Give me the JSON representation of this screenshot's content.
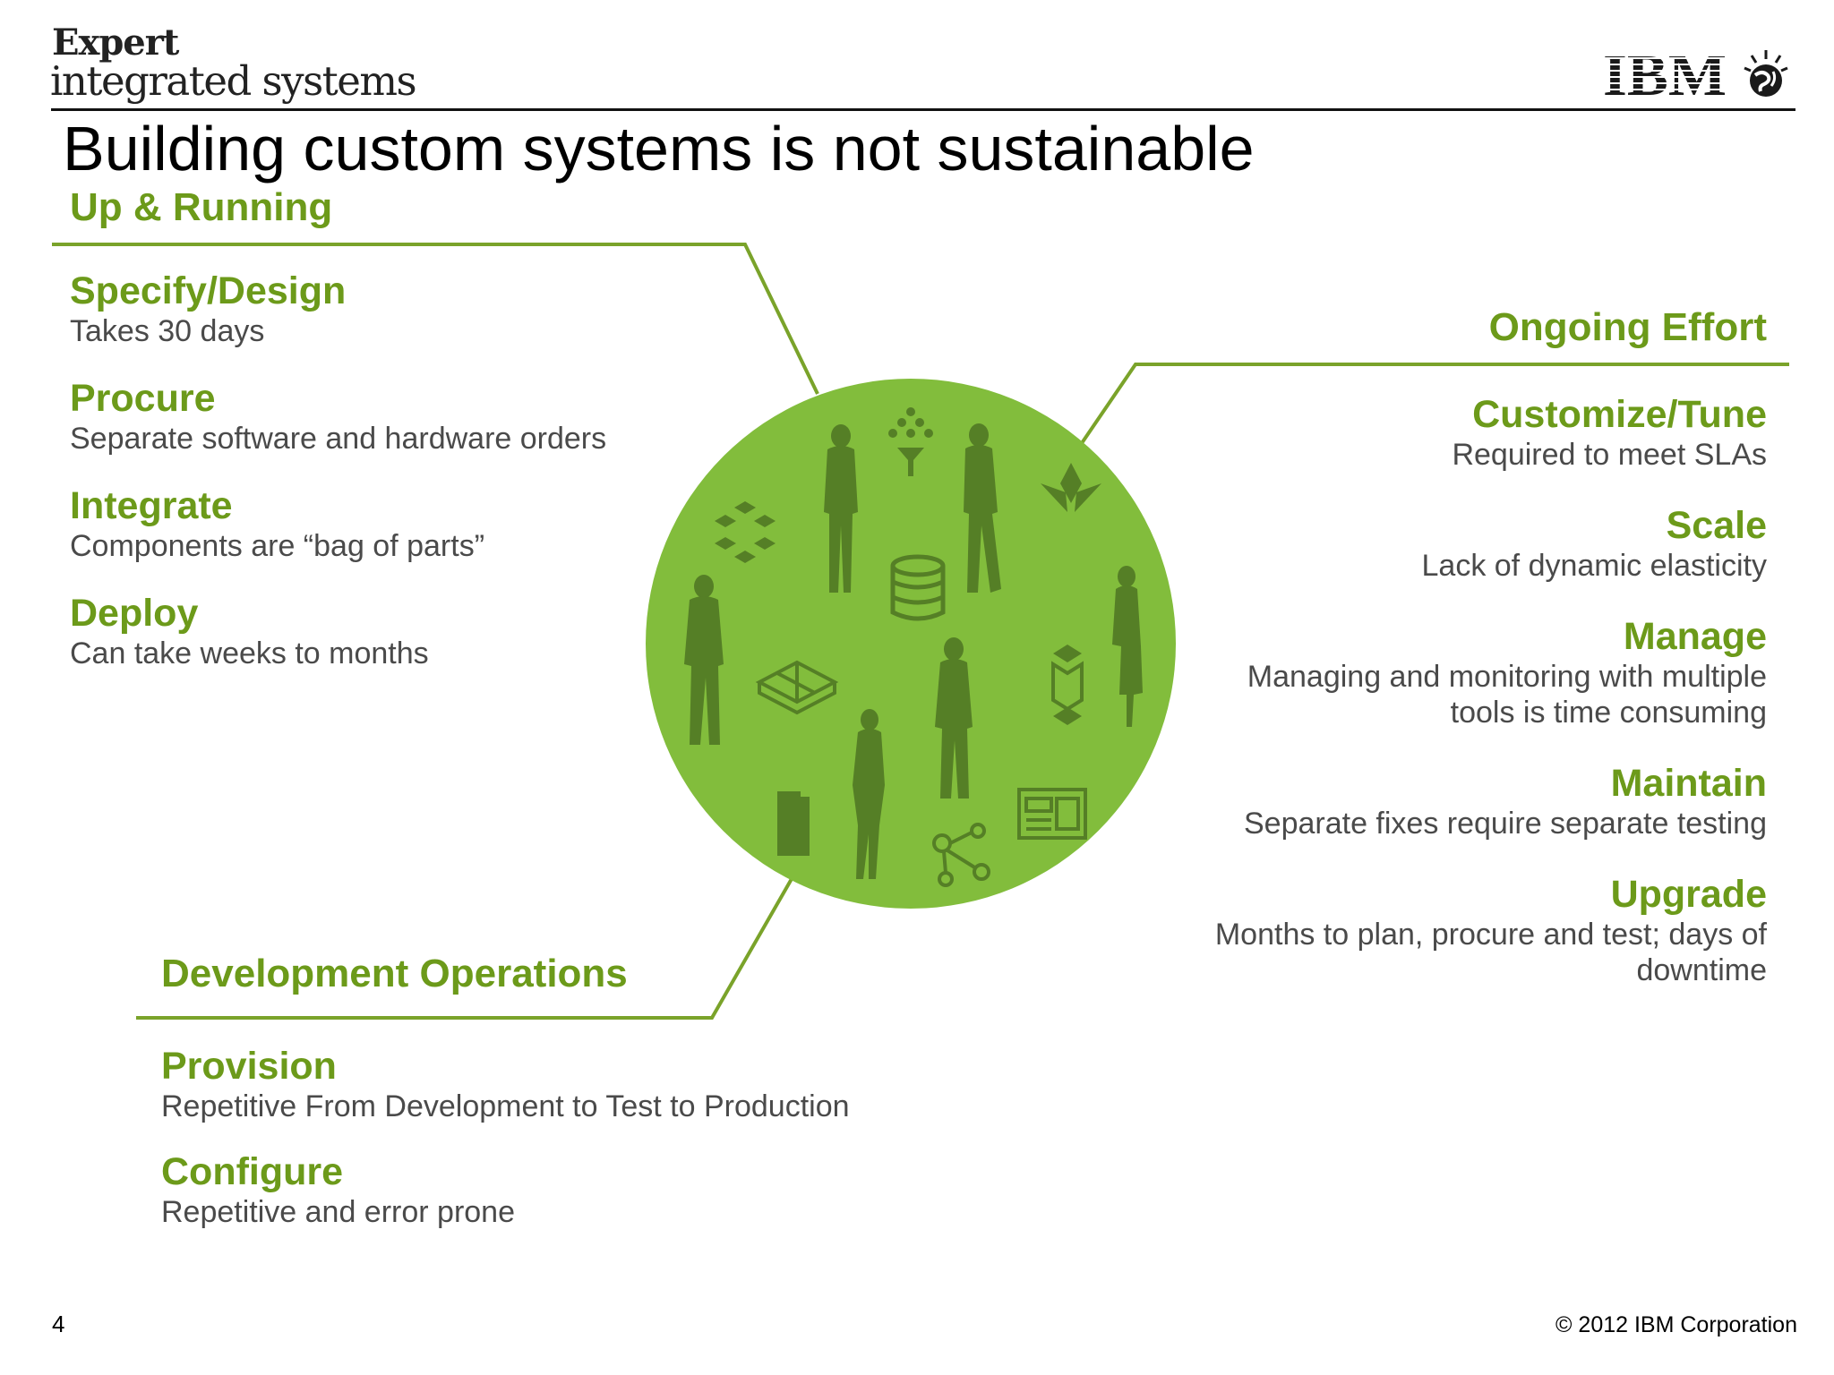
{
  "header": {
    "brand_line1": "Expert",
    "brand_line2": "integrated systems",
    "logo_text": "IBM",
    "title": "Building custom systems is not sustainable"
  },
  "left_section": {
    "heading": "Up & Running",
    "items": [
      {
        "title": "Specify/Design",
        "desc": "Takes 30 days"
      },
      {
        "title": "Procure",
        "desc": "Separate software and hardware orders"
      },
      {
        "title": "Integrate",
        "desc": "Components are “bag of parts”"
      },
      {
        "title": "Deploy",
        "desc": "Can take weeks to months"
      }
    ]
  },
  "right_section": {
    "heading": "Ongoing Effort",
    "items": [
      {
        "title": "Customize/Tune",
        "desc": [
          "Required to meet SLAs"
        ]
      },
      {
        "title": "Scale",
        "desc": [
          "Lack of dynamic elasticity"
        ]
      },
      {
        "title": "Manage",
        "desc": [
          "Managing and monitoring with multiple",
          "tools is time consuming"
        ]
      },
      {
        "title": "Maintain",
        "desc": [
          "Separate fixes require separate testing"
        ]
      },
      {
        "title": "Upgrade",
        "desc": [
          "Months to plan, procure and test; days of",
          "downtime"
        ]
      }
    ]
  },
  "bottom_section": {
    "heading": "Development Operations",
    "items": [
      {
        "title": "Provision",
        "desc": "Repetitive From Development to Test to Production"
      },
      {
        "title": "Configure",
        "desc": "Repetitive and error prone"
      }
    ]
  },
  "footer": {
    "page_number": "4",
    "copyright": "© 2012 IBM Corporation"
  },
  "colors": {
    "accent_green": "#6c9a1a",
    "circle_green": "#82bd3c",
    "silhouette_green": "#557f26"
  }
}
